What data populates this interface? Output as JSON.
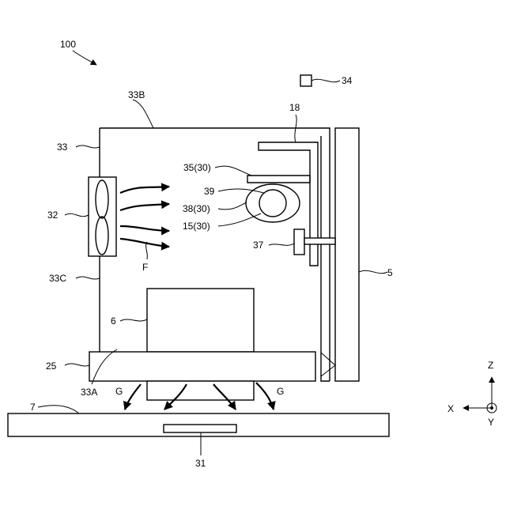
{
  "figure": {
    "device_ref": "100",
    "labels": {
      "l34": "34",
      "l33B": "33B",
      "l18": "18",
      "l33": "33",
      "l35": "35(30)",
      "l39": "39",
      "l32": "32",
      "l38": "38(30)",
      "l15": "15(30)",
      "l37": "37",
      "lF": "F",
      "l5": "5",
      "l33C": "33C",
      "l6": "6",
      "l25": "25",
      "l33A": "33A",
      "lG1": "G",
      "lG2": "G",
      "l7": "7",
      "l31": "31"
    },
    "axes": {
      "z": "Z",
      "x": "X",
      "y": "Y"
    }
  }
}
